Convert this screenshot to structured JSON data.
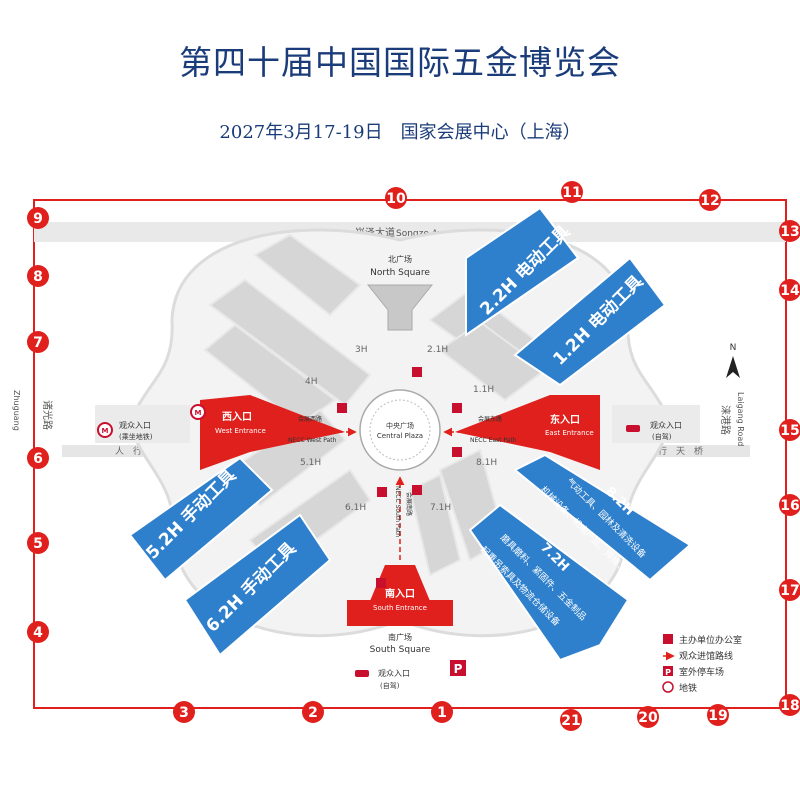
{
  "header": {
    "title": "第四十届中国国际五金博览会",
    "subtitle": "2027年3月17-19日　国家会展中心（上海）"
  },
  "roads": {
    "north_cn": "崧泽大道",
    "north_en": "Songze Avenue",
    "west_cn": "诸光路",
    "west_en": "Zhuguang",
    "east_cn": "涞港路",
    "east_en": "Laigang Road",
    "skybridge_west": "人　行　天　桥",
    "skybridge_east": "人　行　天　桥"
  },
  "squares": {
    "north_cn": "北广场",
    "north_en": "North Square",
    "south_cn": "南广场",
    "south_en": "South Square",
    "central_cn": "中央广场",
    "central_en": "Central Plaza"
  },
  "entrances": {
    "west_cn": "西入口",
    "west_en": "West Entrance",
    "east_cn": "东入口",
    "east_en": "East Entrance",
    "south_cn": "南入口",
    "south_en": "South Entrance"
  },
  "paths": {
    "west_cn": "会展西路",
    "west_en": "NECC West Path",
    "east_cn": "会展东路",
    "east_en": "NECC East Path",
    "south_cn": "会展南路",
    "south_en": "NECC South Path"
  },
  "visitor_entrances": {
    "west_label": "观众入口",
    "west_note": "(乘坐地铁)",
    "east_label": "观众入口",
    "east_note": "(自驾)",
    "south_label": "观众入口",
    "south_note": "(自驾)"
  },
  "halls": {
    "h2_2": "2.2H 电动工具",
    "h1_2": "1.2H 电动工具",
    "h5_2": "5.2H 手动工具",
    "h6_2": "6.2H 手动工具",
    "h8_2_title": "8.2H",
    "h8_2_desc1": "气动工具、园林及清洗设备",
    "h8_2_desc2": "机械设备、机电产品、焊接、劳保",
    "h7_2_title": "7.2H",
    "h7_2_desc1": "磨具磨料、紧固件、五金制品",
    "h7_2_desc2": "起重吊索具及物流仓储设备",
    "l3h": "3H",
    "l2_1h": "2.1H",
    "l4h": "4H",
    "l1_1h": "1.1H",
    "l5_1h": "5.1H",
    "l8_1h": "8.1H",
    "l6_1h": "6.1H",
    "l7_1h": "7.1H"
  },
  "legend": {
    "office": "主办单位办公室",
    "route": "观众进馆路线",
    "parking": "室外停车场",
    "metro": "地铁"
  },
  "gates": [
    "1",
    "2",
    "3",
    "4",
    "5",
    "6",
    "7",
    "8",
    "9",
    "10",
    "11",
    "12",
    "13",
    "14",
    "15",
    "16",
    "17",
    "18",
    "19",
    "20",
    "21"
  ],
  "colors": {
    "title": "#1b3c7a",
    "blue_hall": "#2e7fcc",
    "red_accent": "#e0201c",
    "gray_hall": "#d6d6d6"
  }
}
